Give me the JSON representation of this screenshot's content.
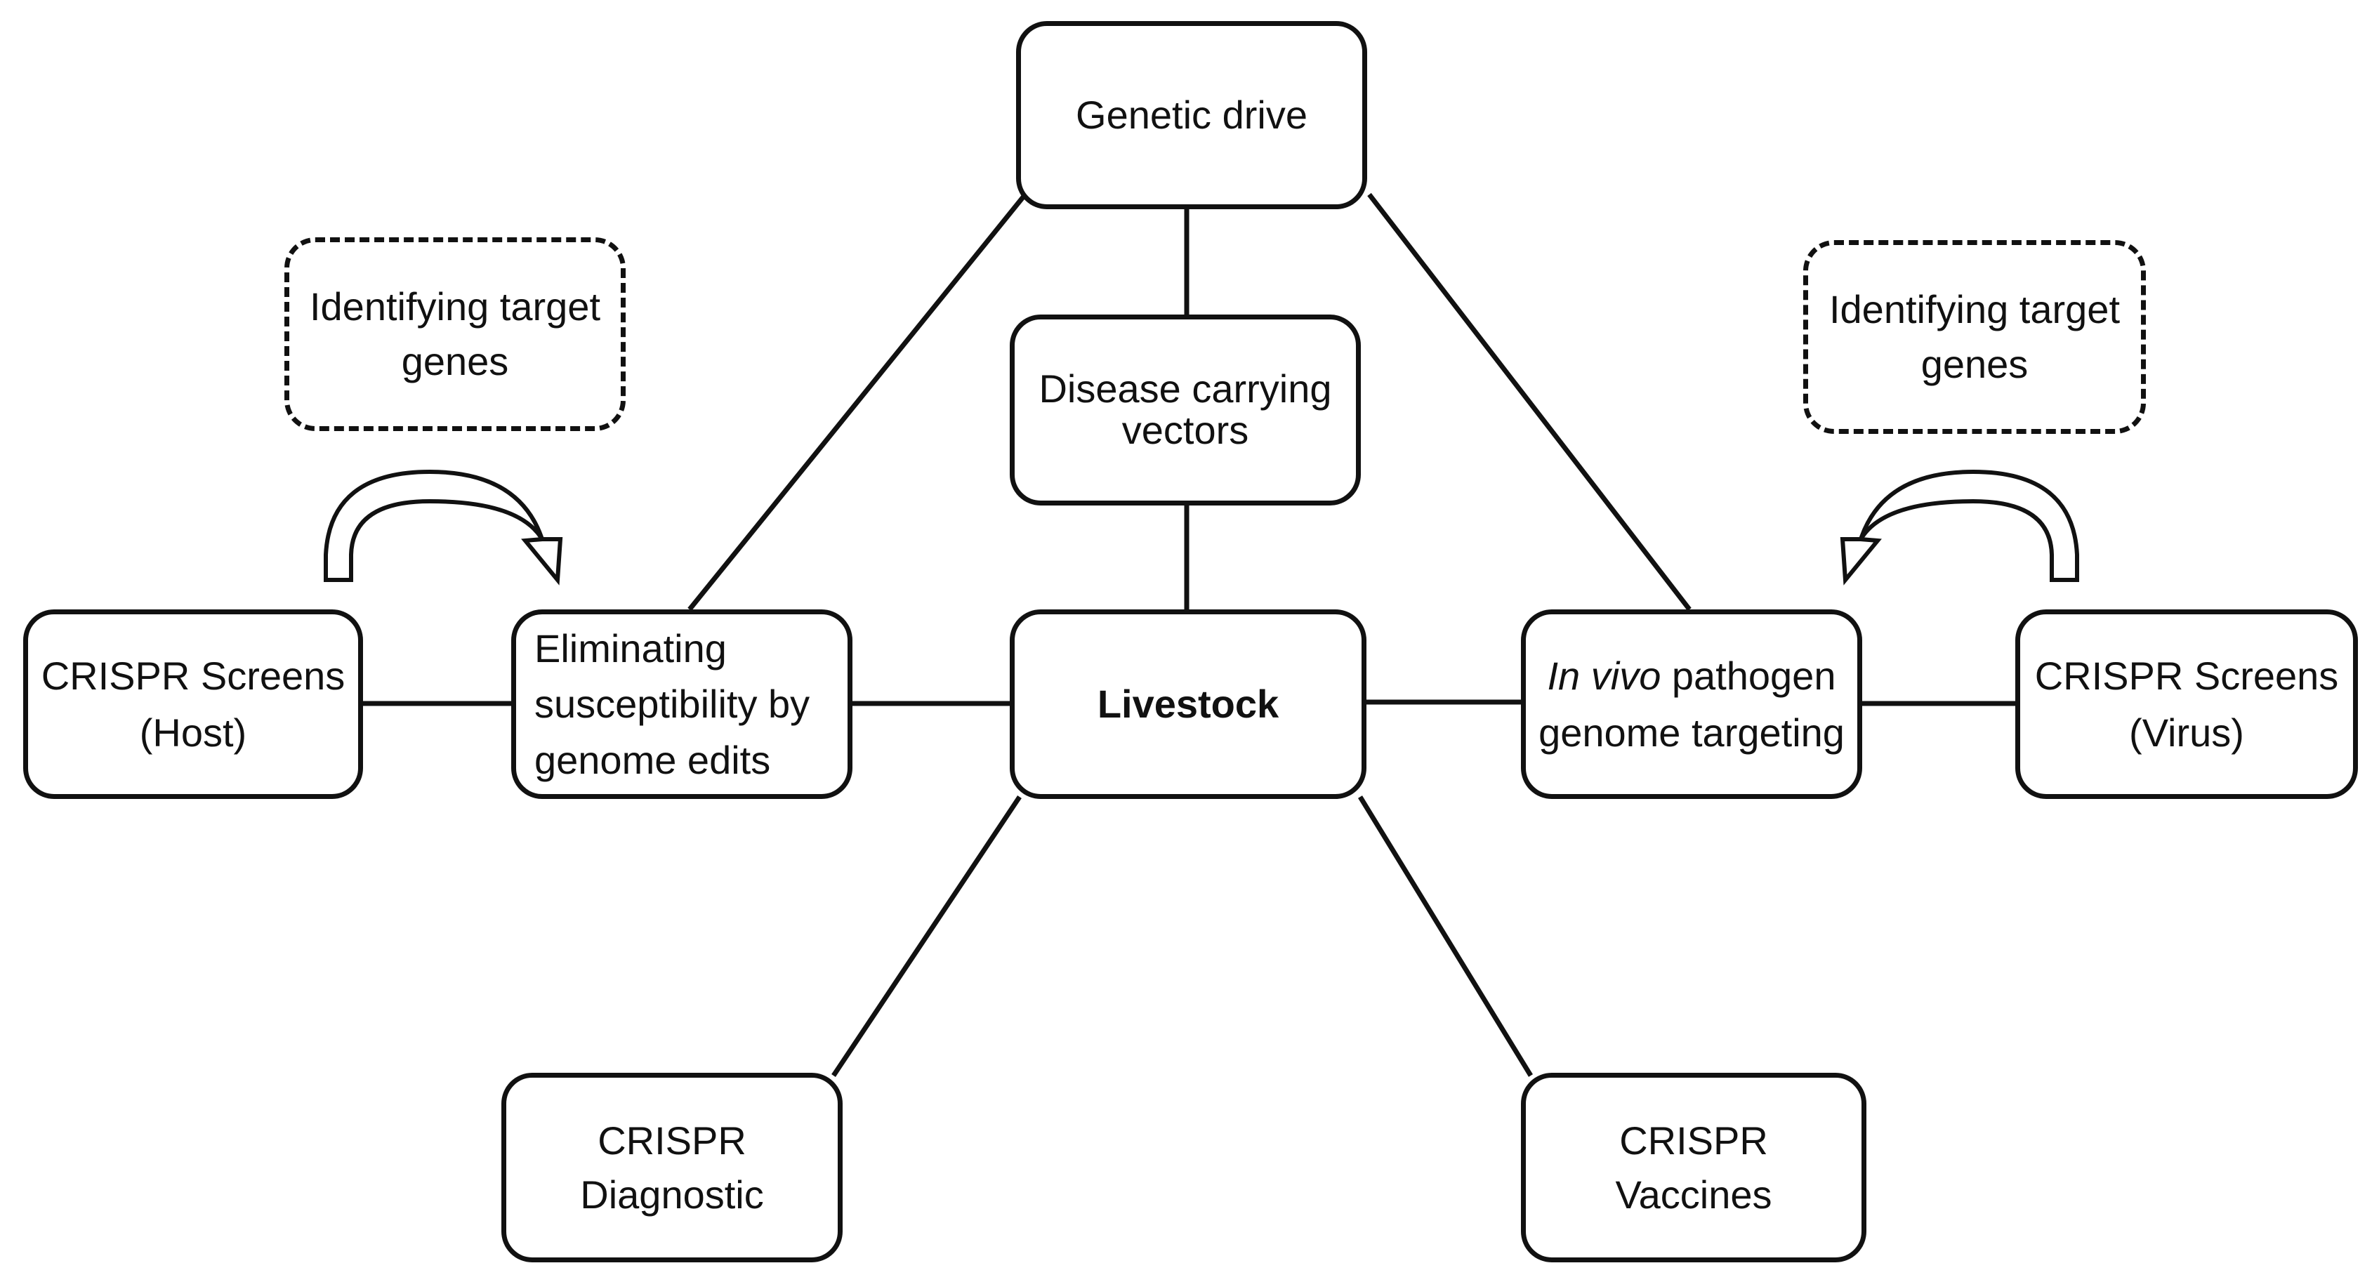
{
  "nodes": {
    "genetic_drive": "Genetic drive",
    "disease_vectors": [
      "Disease carrying",
      "vectors"
    ],
    "livestock": "Livestock",
    "eliminating": [
      "Eliminating",
      "susceptibility by",
      "genome edits"
    ],
    "crispr_host": [
      "CRISPR Screens",
      "(Host)"
    ],
    "invivo_italic": "In vivo",
    "invivo_rest": " pathogen",
    "invivo_line2": "genome targeting",
    "crispr_virus": [
      "CRISPR Screens",
      "(Virus)"
    ],
    "identify_left": [
      "Identifying target",
      "genes"
    ],
    "identify_right": [
      "Identifying target",
      "genes"
    ],
    "diagnostic": "CRISPR Diagnostic",
    "vaccines": "CRISPR Vaccines"
  },
  "colors": {
    "stroke": "#111111",
    "fill": "#ffffff"
  },
  "icons": {
    "left_arrow": "curved-arrow-right-icon",
    "right_arrow": "curved-arrow-left-icon"
  }
}
